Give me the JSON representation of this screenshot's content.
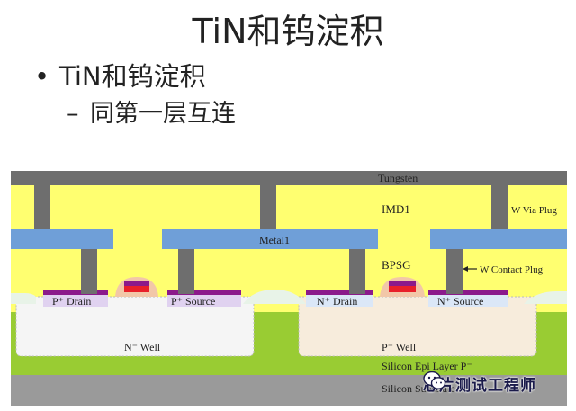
{
  "slide": {
    "title": "TiN和钨淀积",
    "bullet": "TiN和钨淀积",
    "bullet_marker": "•",
    "sub_bullet": "同第一层互连",
    "sub_marker": "–"
  },
  "diagram": {
    "labels": {
      "tungsten": "Tungsten",
      "imd1": "IMD1",
      "w_via_plug": "W Via Plug",
      "metal1": "Metal1",
      "bpsg": "BPSG",
      "w_contact_plug": "W Contact Plug",
      "p_drain": "P⁺ Drain",
      "p_source": "P⁺ Source",
      "n_drain": "N⁺ Drain",
      "n_source": "N⁺ Source",
      "n_well": "N⁻ Well",
      "p_well": "P⁻ Well",
      "epi_layer": "Silicon Epi Layer  P⁻",
      "substrate": "Silicon Substrate"
    },
    "colors": {
      "tungsten": "#6e6e6e",
      "imd": "#ffff70",
      "metal1": "#6f9fd8",
      "epi": "#99cc33",
      "substrate": "#9a9a9a",
      "well": "#f5f5f5",
      "implant": "#8b1a8b",
      "gate_red": "#e8202a",
      "spacer": "#f2c7a8"
    }
  },
  "watermark": {
    "icon": "wechat-logo-icon",
    "text": "芯片测试工程师"
  }
}
